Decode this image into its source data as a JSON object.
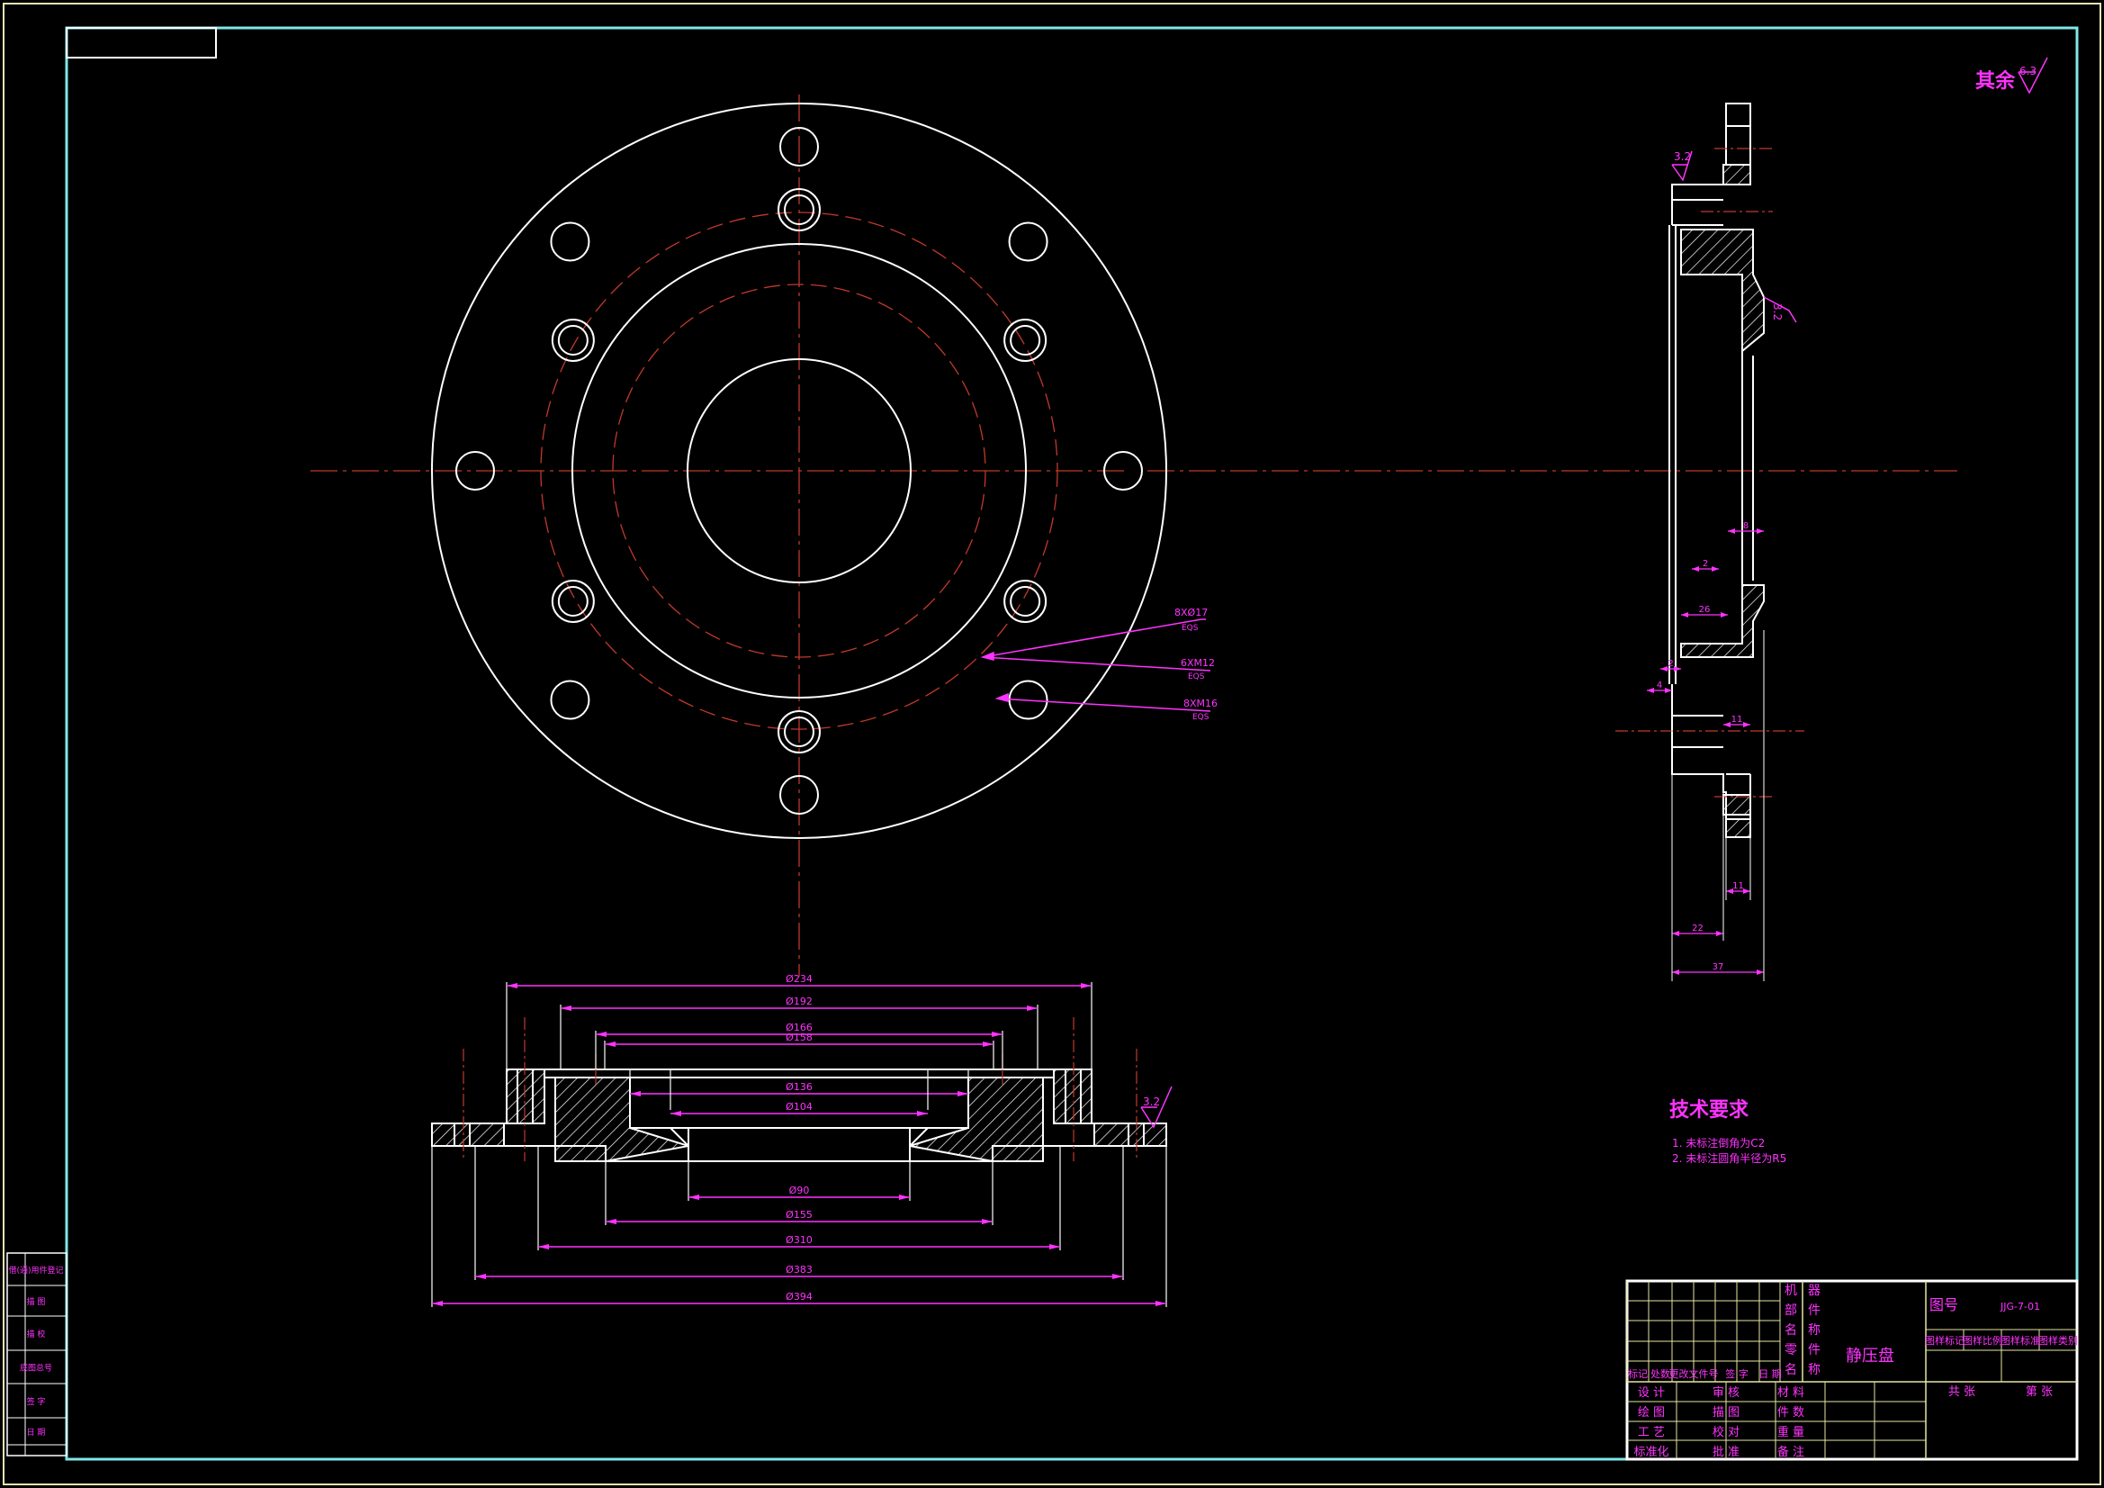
{
  "colors": {
    "background": "#000000",
    "outline": "#ffffff",
    "frame": "#7fe8e8",
    "border": "#e6e6b4",
    "center_line": "#c0392b",
    "dimension": "#ff33ff",
    "hatch": "#ffffff",
    "title_grid": "#e6e6a0"
  },
  "surface_note": {
    "label": "其余",
    "value": "6.3"
  },
  "roughness": {
    "side_top": "3.2",
    "side_face": "3.2",
    "section": "3.2"
  },
  "callouts": [
    {
      "line1": "8XØ17",
      "line2": "EQS"
    },
    {
      "line1": "6XM12",
      "line2": "EQS"
    },
    {
      "line1": "8XM16",
      "line2": "EQS"
    }
  ],
  "section_dims_top": [
    "Ø234",
    "Ø192",
    "Ø166",
    "Ø158",
    "Ø136",
    "Ø104"
  ],
  "section_dims_bottom": [
    "Ø90",
    "Ø155",
    "Ø310",
    "Ø383",
    "Ø394"
  ],
  "side_dims": {
    "d8": "8",
    "d2a": "2",
    "d26": "26",
    "d2b": "2",
    "d4": "4",
    "d11a": "11",
    "d11b": "11",
    "d22": "22",
    "d37": "37"
  },
  "tech_req": {
    "title": "技术要求",
    "items": [
      "1. 未标注倒角为C2",
      "2. 未标注圆角半径为R5"
    ]
  },
  "title_block": {
    "org": [
      "机",
      "器",
      "部",
      "件",
      "名",
      "称",
      "零",
      "件",
      "名",
      "称"
    ],
    "part_name": "静压盘",
    "drawing_no_label": "图号",
    "drawing_no": "JJG-7-01",
    "stage_cols": [
      "图样标记",
      "图样比例",
      "图样标准",
      "图样类别"
    ],
    "sheets_total": "共 张",
    "sheet_no": "第 张",
    "header_row": [
      "标记",
      "处数",
      "更改文件号",
      "签 字",
      "日 期"
    ],
    "rows_left": [
      "设 计",
      "绘 图",
      "工 艺",
      "标准化"
    ],
    "rows_mid": [
      "审 核",
      "描 图",
      "校 对",
      "批 准"
    ],
    "rows_right": [
      "材 料",
      "件 数",
      "重 量",
      "备 注"
    ]
  },
  "side_strip": [
    "借(通)用件登记",
    "描 图",
    "描 校",
    "底图总号",
    "签 字",
    "日 期"
  ]
}
